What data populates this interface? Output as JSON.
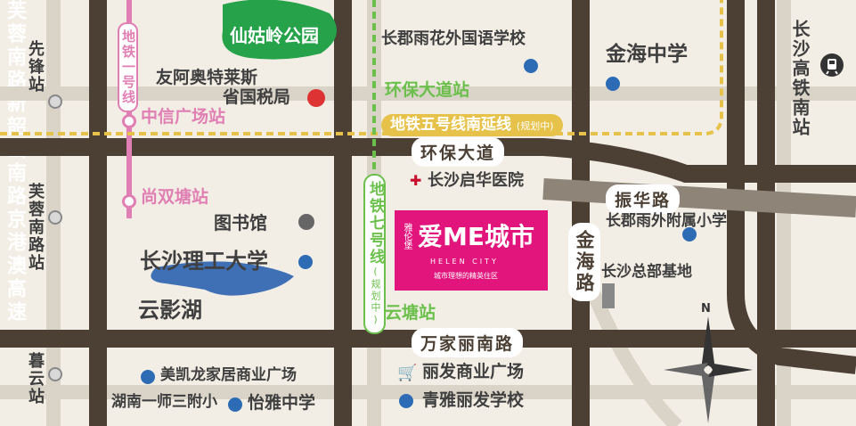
{
  "park": {
    "label": "仙姑岭公园"
  },
  "metro_line_1": {
    "label": "地铁一号线"
  },
  "metro_line_5": {
    "label": "地铁五号线南延线",
    "note": "(规划中)"
  },
  "metro_line_7": {
    "label": "地铁七号线",
    "note": "(规划中)"
  },
  "stations": {
    "zhongxin": "中信广场站",
    "shangshuangtang": "尚双塘站",
    "huanbao": "环保大道站",
    "yuntang": "云塘站",
    "xianfeng": "先锋站",
    "furong_nan": "芙蓉南路站",
    "muyun": "暮云站",
    "changsha_south": "长沙高铁南站"
  },
  "roads": {
    "huanbao": "环保大道",
    "wanjia": "万家丽南路",
    "zhenhua": "振华路",
    "furong": "芙蓉南路",
    "xinshao": "新韶山南路",
    "jinhai": "金海路",
    "jinggangao": "京港澳高速"
  },
  "pois": {
    "outlets": "友阿奥特莱斯",
    "tax_bureau": "省国税局",
    "library": "图书馆",
    "university": "长沙理工大学",
    "lake": "云影湖",
    "yali_school": "长郡雨花外国语学校",
    "jinhai_school": "金海中学",
    "hospital": "长沙启华医院",
    "changjun_primary": "长郡雨外附属小学",
    "hq_base": "长沙总部基地",
    "meikailong": "美凯龙家居商业广场",
    "hunan_affiliated": "湖南一师三附小",
    "yiya_school": "怡雅中学",
    "lifa_plaza": "丽发商业广场",
    "qingya_school": "青雅丽发学校"
  },
  "project": {
    "brand_small": "雅伦堡",
    "name": "爱ME城市",
    "english": "HELEN CITY",
    "slogan": "城市理想的精英住区"
  },
  "compass": {
    "north": "N"
  },
  "colors": {
    "background": "#f3eee5",
    "road": "#4c4035",
    "project": "#e2157d",
    "metro_pink": "#e07fb3",
    "metro_green": "#6bc04b",
    "metro_yellow": "#e6c24a",
    "park": "#26a24a",
    "lake": "#3f6fb5"
  },
  "icons": [
    "school-icon",
    "gov-icon",
    "library-icon",
    "hospital-icon",
    "shopping-icon",
    "building-icon",
    "metro-icon",
    "train-icon",
    "compass-icon"
  ]
}
